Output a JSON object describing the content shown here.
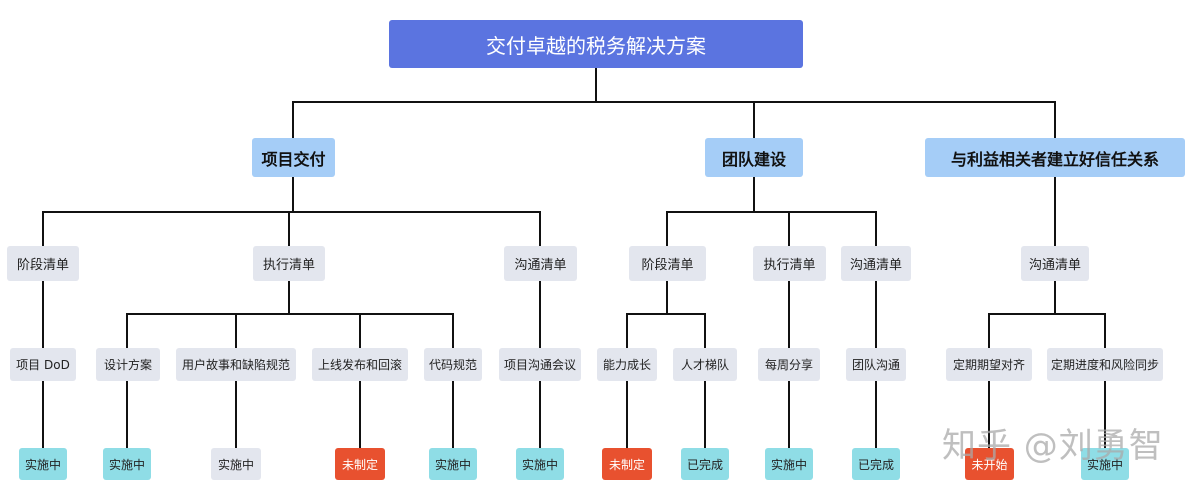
{
  "root": {
    "title": "交付卓越的税务解决方案"
  },
  "branches": [
    {
      "label": "项目交付"
    },
    {
      "label": "团队建设"
    },
    {
      "label": "与利益相关者建立好信任关系"
    }
  ],
  "lists": {
    "delivery_stage": "阶段清单",
    "delivery_exec": "执行清单",
    "delivery_comm": "沟通清单",
    "team_stage": "阶段清单",
    "team_exec": "执行清单",
    "team_comm": "沟通清单",
    "trust_comm": "沟通清单"
  },
  "items": {
    "dod": "项目 DoD",
    "design": "设计方案",
    "user_story": "用户故事和缺陷规范",
    "release": "上线发布和回滚",
    "code": "代码规范",
    "proj_meeting": "项目沟通会议",
    "capability": "能力成长",
    "talent": "人才梯队",
    "weekly": "每周分享",
    "team_comm": "团队沟通",
    "expectation": "定期期望对齐",
    "progress_sync": "定期进度和风险同步"
  },
  "status": {
    "dod": "实施中",
    "design": "实施中",
    "user_story": "实施中",
    "release": "未制定",
    "code": "实施中",
    "proj_meeting": "实施中",
    "capability": "未制定",
    "talent": "已完成",
    "weekly": "实施中",
    "team_comm": "已完成",
    "expectation": "未开始",
    "progress_sync": "实施中"
  },
  "status_colors": {
    "in_progress": "#8fdde6",
    "not_drafted": "#e8512f",
    "done": "#8fdde6",
    "neutral": "#e3e6ee"
  },
  "watermark": "知乎 @刘勇智"
}
